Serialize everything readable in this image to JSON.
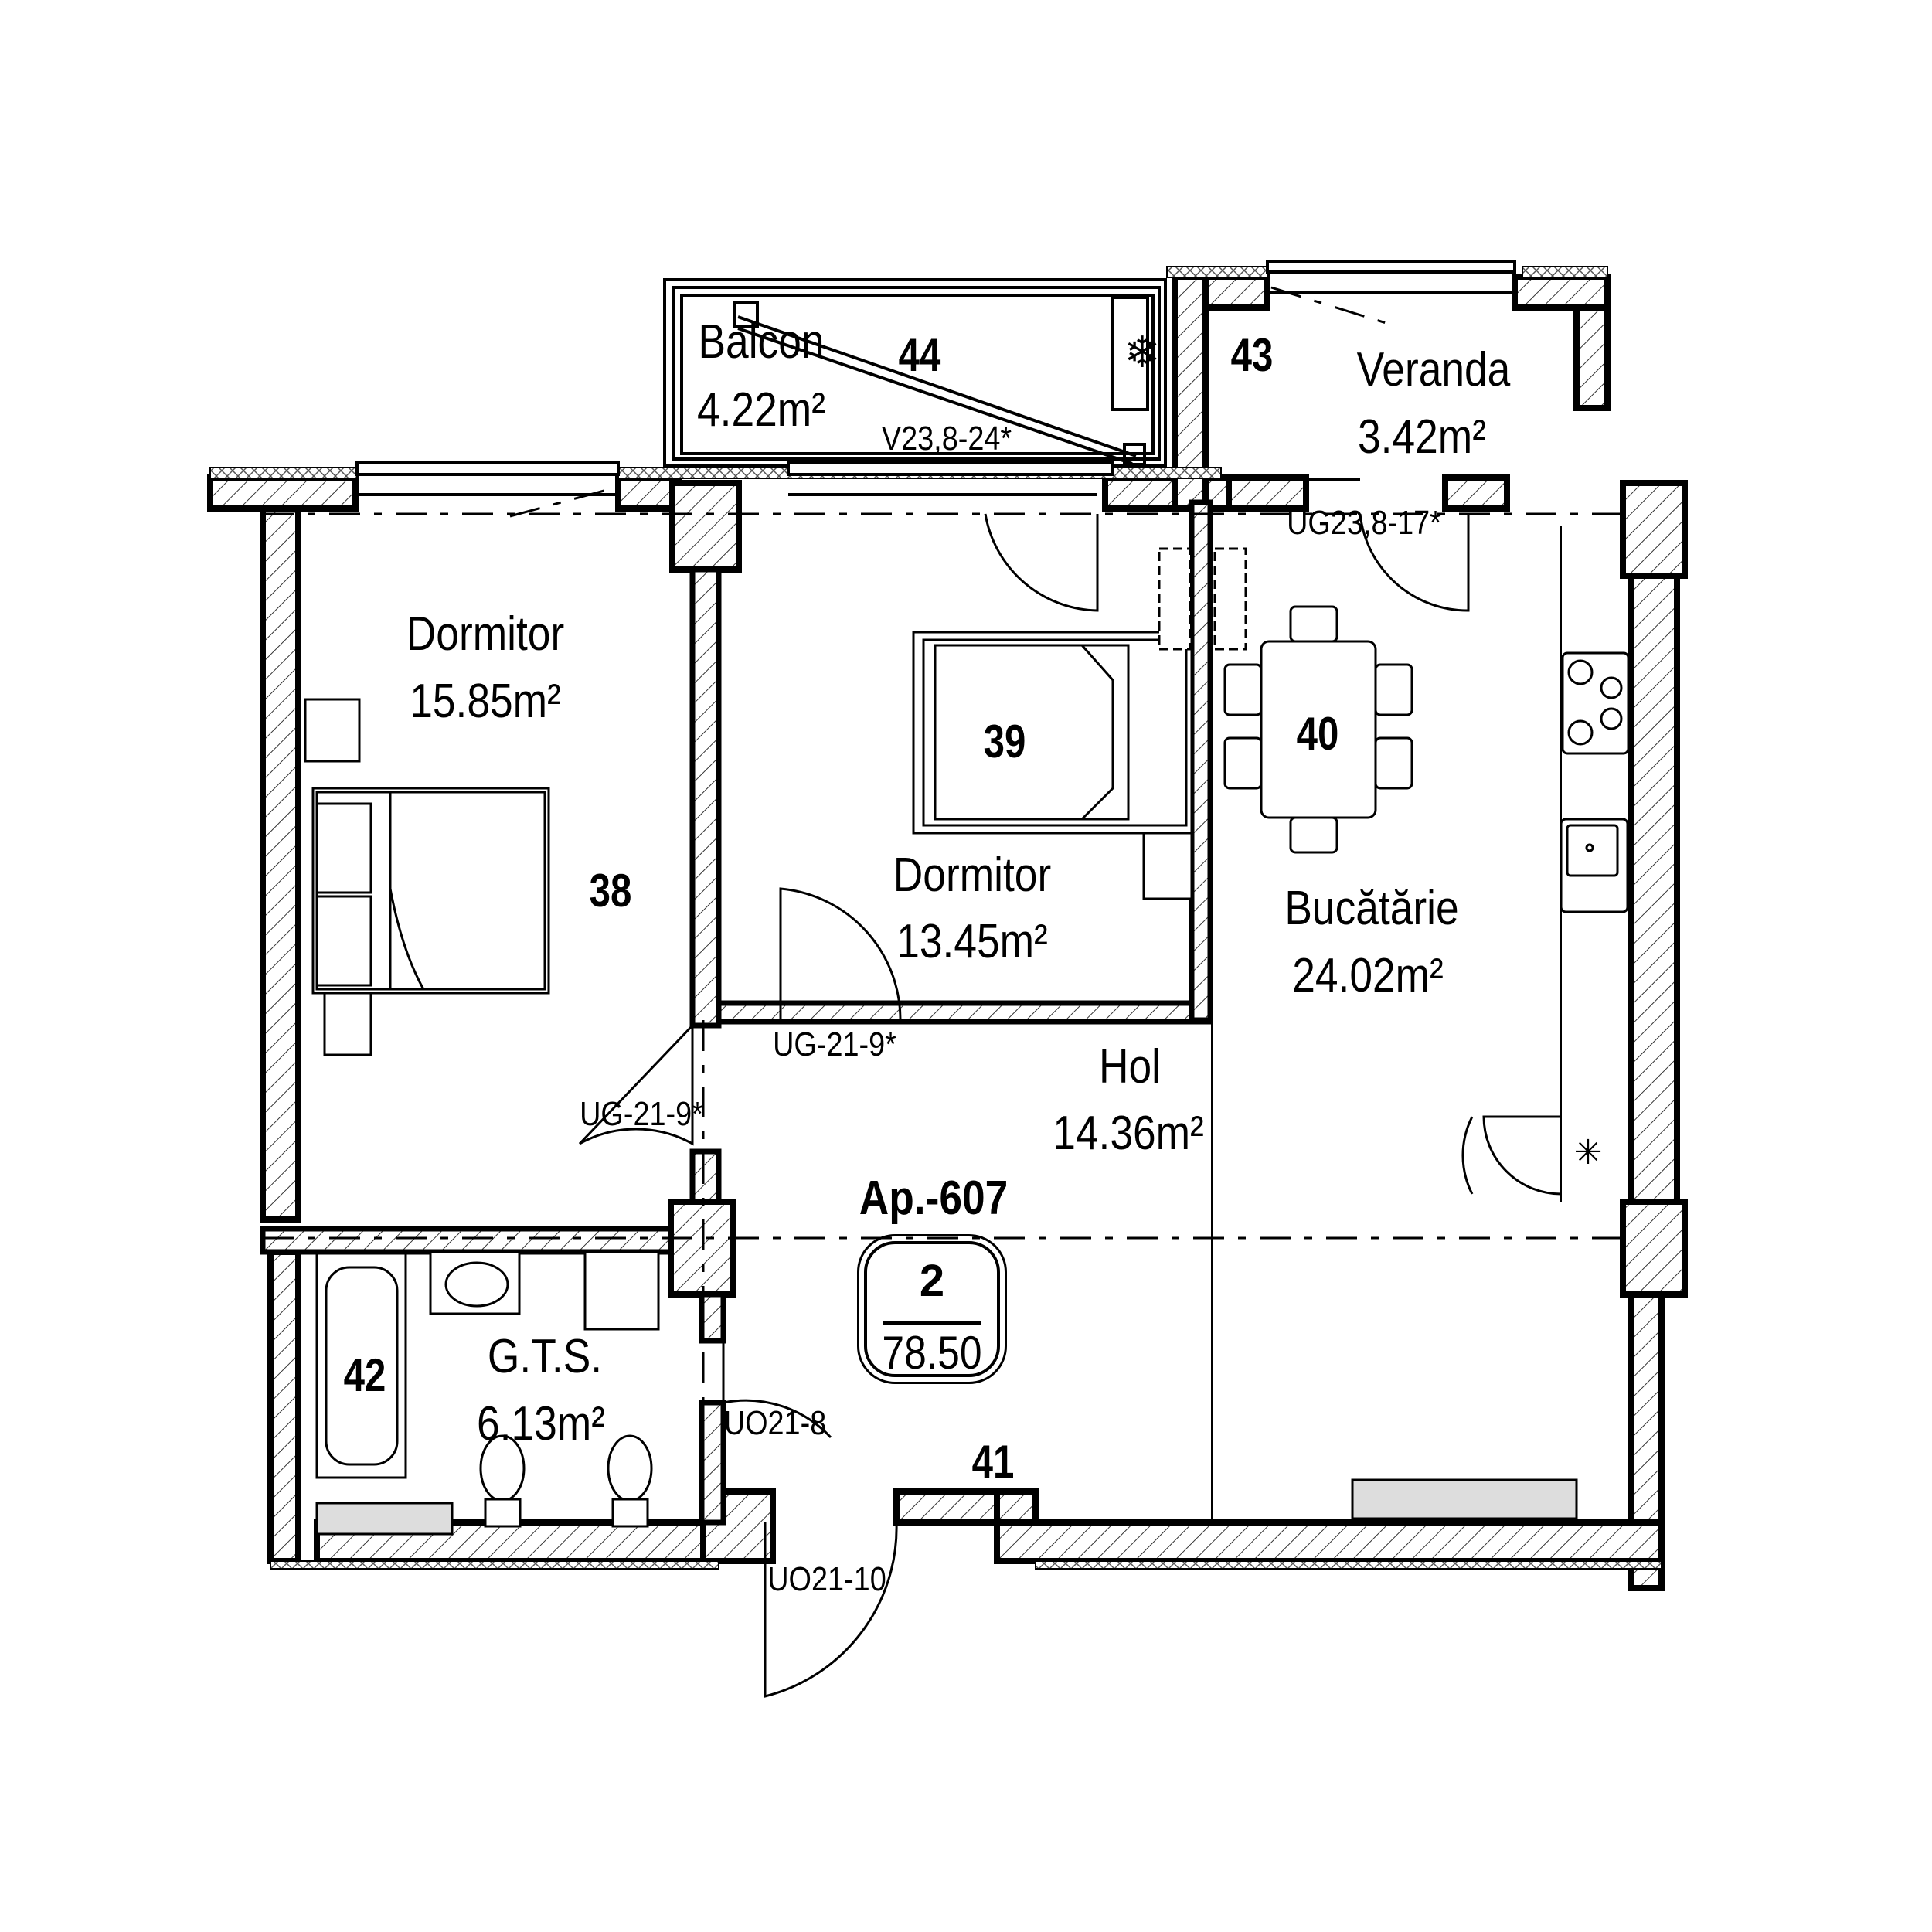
{
  "plan": {
    "apartment": {
      "label": "Ap.-607",
      "rooms_count": "2",
      "total_area": "78.50"
    },
    "rooms": [
      {
        "id": "38",
        "name": "Dormitor",
        "area": "15.85m²"
      },
      {
        "id": "39",
        "name": "Dormitor",
        "area": "13.45m²"
      },
      {
        "id": "40",
        "name": "Bucătărie",
        "area": "24.02m²"
      },
      {
        "id": "41",
        "name": "Hol",
        "area": "14.36m²"
      },
      {
        "id": "42",
        "name": "G.T.S.",
        "area": "6.13m²"
      },
      {
        "id": "43",
        "name": "Veranda",
        "area": "3.42m²"
      },
      {
        "id": "44",
        "name": "Balcon",
        "area": "4.22m²"
      }
    ],
    "doors": [
      {
        "code": "V23,8-24*"
      },
      {
        "code": "UG23,8-17*"
      },
      {
        "code": "UG-21-9*"
      },
      {
        "code": "UG-21-9*"
      },
      {
        "code": "UO21-8"
      },
      {
        "code": "UO21-10"
      }
    ],
    "symbols": {
      "ac_unit": "snowflake-icon",
      "kitchen_fan": "asterisk-icon"
    },
    "colors": {
      "line": "#000000",
      "background": "#ffffff",
      "hatch": "#333333",
      "fill_grey": "#b0b0b0"
    }
  }
}
